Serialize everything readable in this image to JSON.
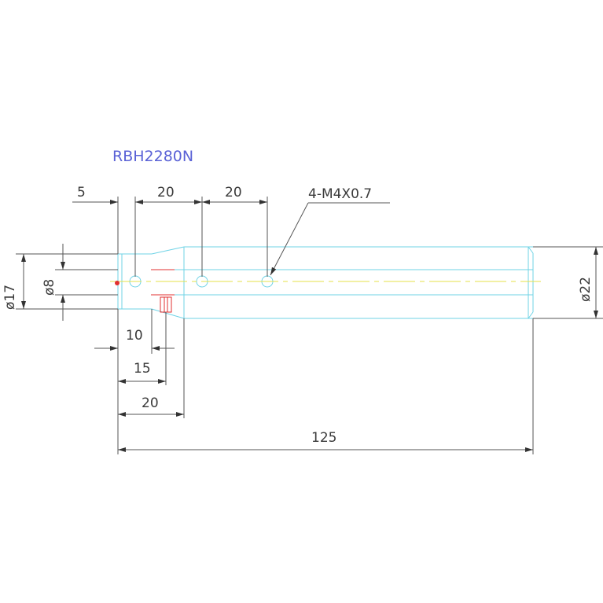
{
  "drawing": {
    "part_number": "RBH2280N",
    "callout": "4-M4X0.7",
    "dimensions": {
      "top_5": "5",
      "top_20a": "20",
      "top_20b": "20",
      "dia_17": "ø17",
      "dia_8": "ø8",
      "dia_22": "ø22",
      "bottom_10": "10",
      "bottom_15": "15",
      "bottom_20": "20",
      "overall_125": "125"
    },
    "colors": {
      "part_outline": "#6fd3e6",
      "centerline": "#e4e24a",
      "dimension": "#555555",
      "title": "#5a62d6",
      "highlight": "#e23030"
    }
  }
}
